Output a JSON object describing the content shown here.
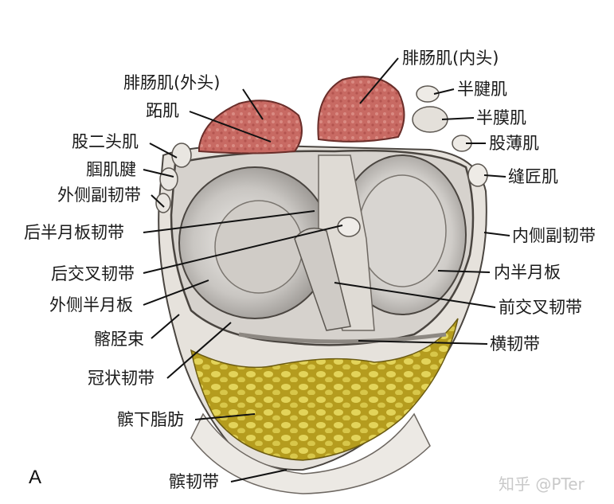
{
  "panel_label": "A",
  "watermark": "知乎 @PTer",
  "labels_left": [
    "腓肠肌(外头)",
    "跖肌",
    "股二头肌",
    "腘肌腱",
    "外侧副韧带",
    "后半月板韧带",
    "后交叉韧带",
    "外侧半月板",
    "髂胫束",
    "冠状韧带",
    "髌下脂肪",
    "髌韧带"
  ],
  "labels_right": [
    "腓肠肌(内头)",
    "半腱肌",
    "半膜肌",
    "股薄肌",
    "缝匠肌",
    "内侧副韧带",
    "内半月板",
    "前交叉韧带",
    "横韧带"
  ],
  "colors": {
    "muscle": "#c2605a",
    "fat": "#c9b22a",
    "cartilage": "#d9d6d2",
    "bone": "#e8e4de",
    "outline": "#4a4540"
  }
}
